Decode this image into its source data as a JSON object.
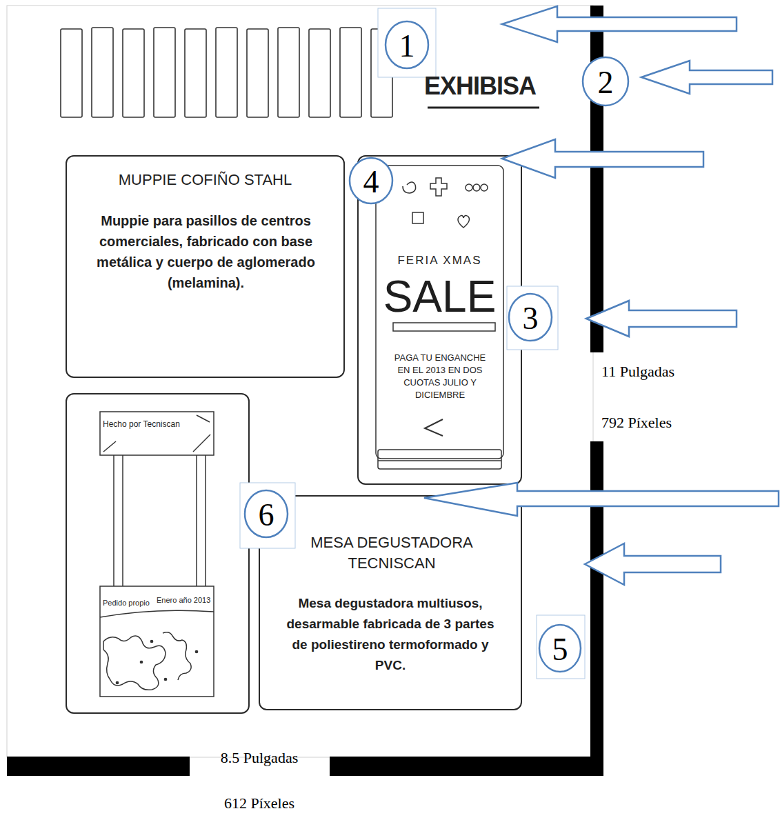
{
  "diagram": {
    "nodes": [
      {
        "text": [
          "MUPPIE COFIÑO STAHL",
          "Muppie para pasillos de centros comerciales, fabricado con base metálica y cuerpo de aglomerado (melamina)."
        ]
      },
      {
        "text": [
          "FERIA XMAS",
          "SALE",
          "PAGA TU ENGANCHE EN EL 2013 EN DOS CUOTAS JULIO Y DICIEMBRE"
        ]
      },
      {
        "text": [
          "Hecho por Tecniscan",
          "Pedido propio",
          "Enero año 2013"
        ]
      },
      {
        "text": [
          "MESA DEGUSTADORA TECNISCAN",
          "Mesa degustadora multiusos, desarmable fabricada de 3 partes de poliestireno termoformado y PVC."
        ]
      }
    ],
    "labels": [
      "1",
      "EXHIBISA",
      "2",
      "4",
      "3",
      "11 Pulgadas",
      "792 Píxeles",
      "6",
      "5",
      "8.5 Pulgadas",
      "612 Píxeles"
    ]
  }
}
